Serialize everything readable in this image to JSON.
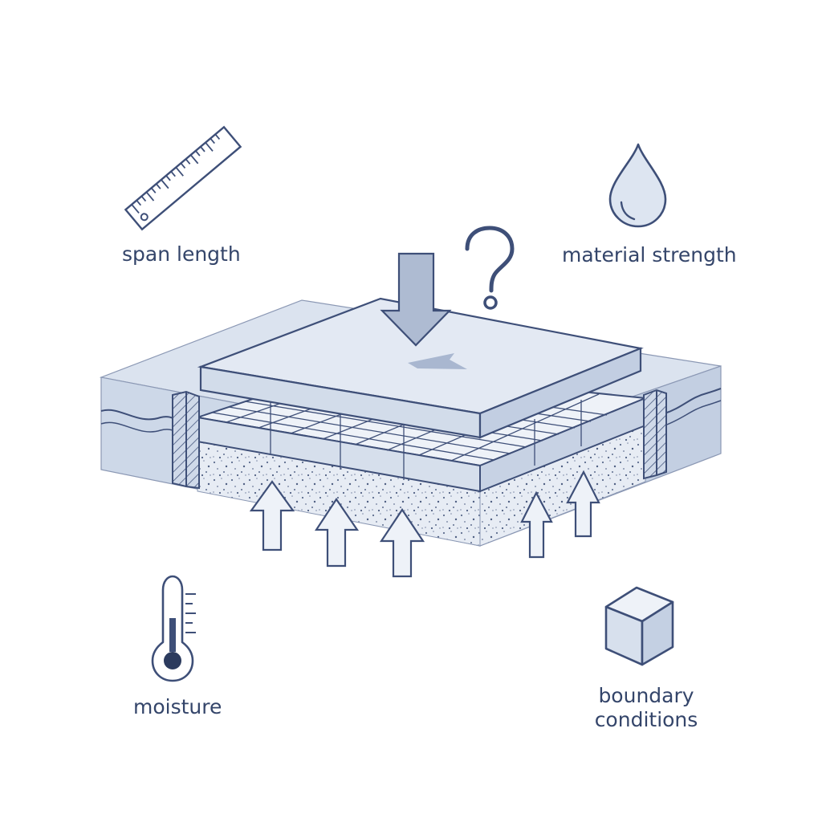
{
  "labels": {
    "span_length": "span length",
    "material_strength": "material strength",
    "moisture": "moisture",
    "boundary_line1": "boundary",
    "boundary_line2": "conditions"
  },
  "icons": [
    "ruler-icon",
    "water-drop-icon",
    "thermometer-icon",
    "cube-icon",
    "question-mark-icon"
  ],
  "colors": {
    "stroke": "#3e4f78",
    "fill_light": "#dde5f1",
    "fill_mid": "#c9d5e7",
    "text": "#34456a"
  }
}
